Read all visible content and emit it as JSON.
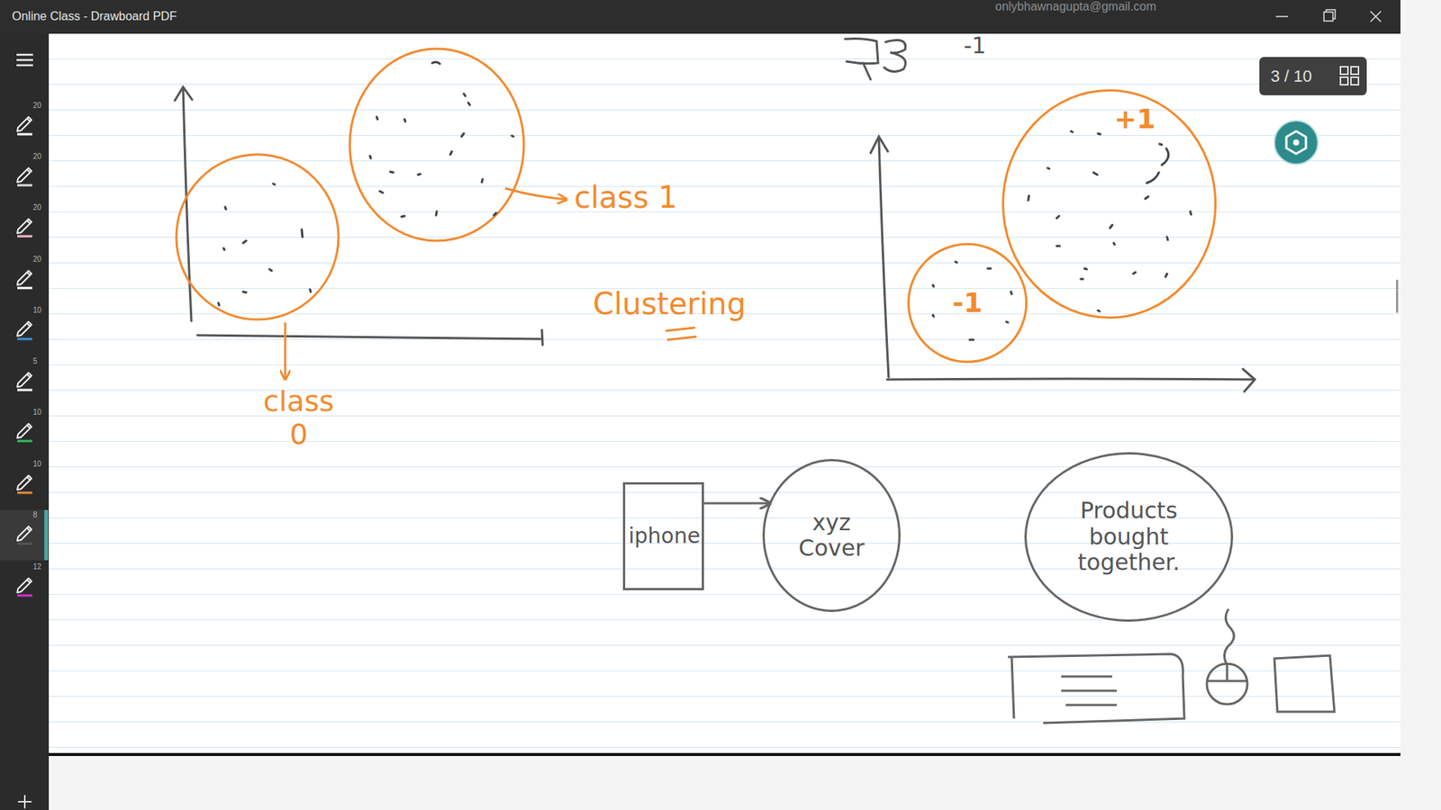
{
  "diagram": {
    "nodes": [
      {
        "text": [
          "+1"
        ]
      },
      {
        "text": [
          "-1"
        ]
      },
      {
        "text": [
          "iphone"
        ]
      },
      {
        "text": [
          "xyz Cover"
        ]
      },
      {
        "text": [
          "Products bought together."
        ]
      }
    ],
    "edges": [
      {
        "from": 2,
        "to": 3,
        "arrow": "to"
      }
    ],
    "labels": [
      "Online Class - Drawboard PDF",
      "onlybhawnagupta@gmail.com",
      "-1",
      "3 / 10",
      "class 1",
      "Clustering",
      "class 0",
      "20",
      "20",
      "20",
      "20",
      "10",
      "5",
      "10",
      "10",
      "8",
      "12"
    ]
  }
}
